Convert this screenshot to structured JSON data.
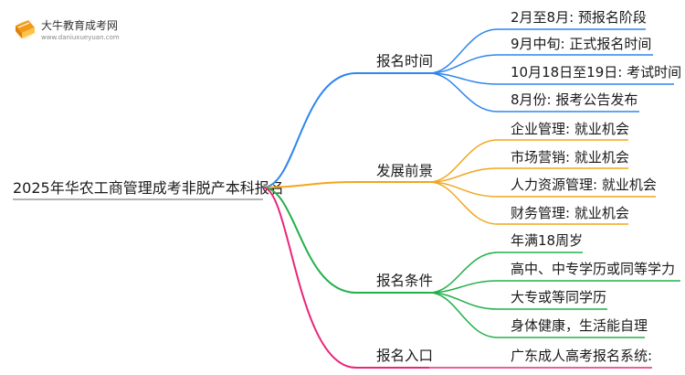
{
  "logo": {
    "title": "大牛教育成考网",
    "url": "www.daniuxueyuan.com"
  },
  "root": {
    "label": "2025年华农工商管理成考非脱产本科报名"
  },
  "branches": [
    {
      "label": "报名时间",
      "color": "#2f86ec",
      "leaves": [
        "2月至8月: 预报名阶段",
        "9月中旬: 正式报名时间",
        "10月18日至19日: 考试时间",
        "8月份: 报考公告发布"
      ]
    },
    {
      "label": "发展前景",
      "color": "#f2a61e",
      "leaves": [
        "企业管理: 就业机会",
        "市场营销: 就业机会",
        "人力资源管理: 就业机会",
        "财务管理: 就业机会"
      ]
    },
    {
      "label": "报名条件",
      "color": "#22b04a",
      "leaves": [
        "年满18周岁",
        "高中、中专学历或同等学力",
        "大专或等同学历",
        "身体健康，生活能自理"
      ]
    },
    {
      "label": "报名入口",
      "color": "#e8267a",
      "leaves": [
        "广东成人高考报名系统:"
      ]
    }
  ]
}
